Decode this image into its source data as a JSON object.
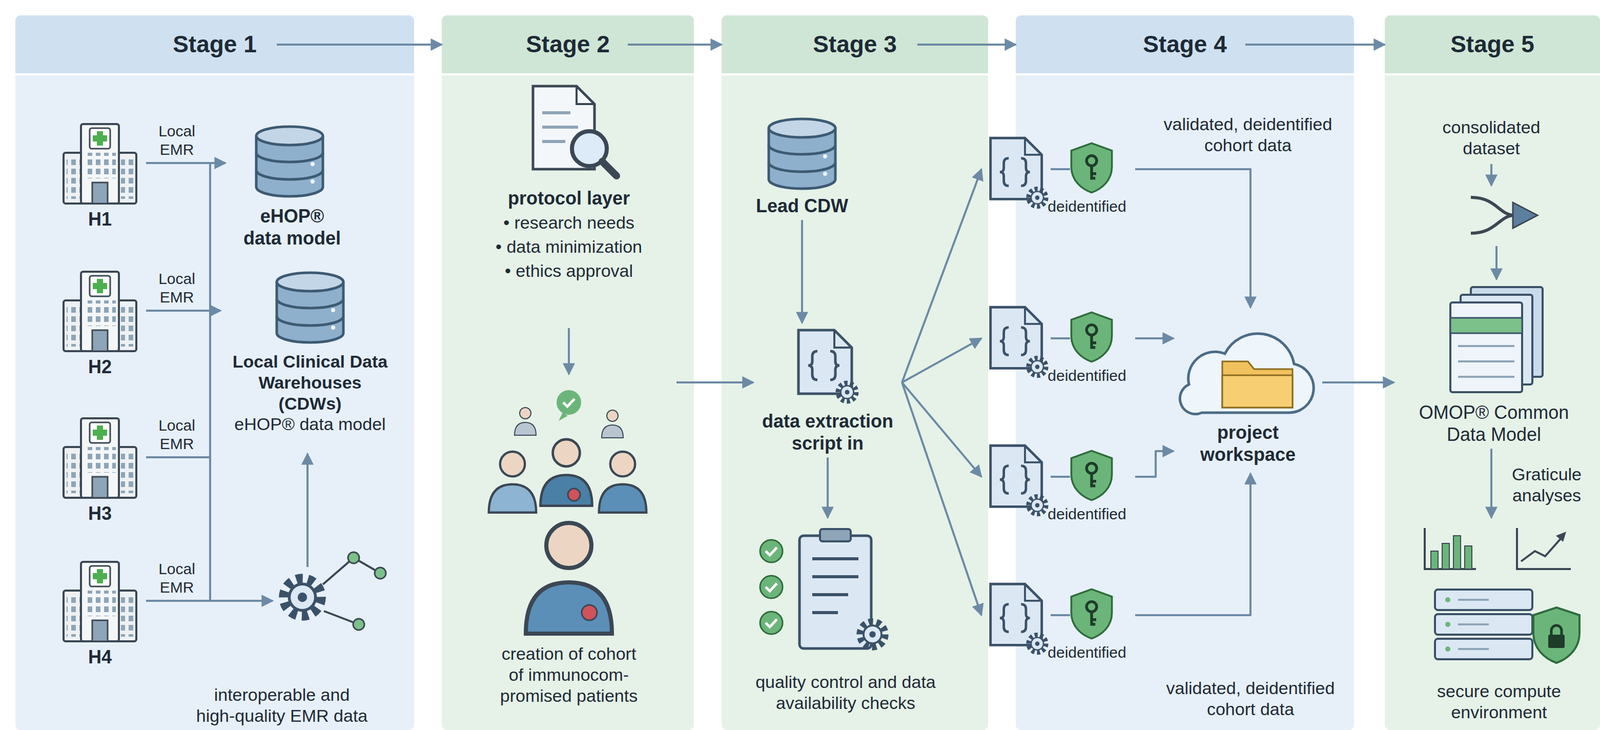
{
  "diagram": {
    "nodes": [
      {
        "text": [
          "Stage 1",
          "interoperable and high-quality EMR data"
        ]
      },
      {
        "text": [
          "H1"
        ],
        "in": 0
      },
      {
        "text": [
          "H2"
        ],
        "in": 0
      },
      {
        "text": [
          "H3"
        ],
        "in": 0
      },
      {
        "text": [
          "H4"
        ],
        "in": 0
      },
      {
        "text": [
          "eHOP® data model"
        ],
        "in": 0
      },
      {
        "text": [
          "Local Clinical Data Warehouses (CDWs)",
          "eHOP® data model"
        ],
        "in": 0
      },
      {
        "text": [
          "Stage 2"
        ]
      },
      {
        "text": [
          "protocol layer",
          "• research needs",
          "• data minimization",
          "• ethics approval"
        ],
        "in": 7
      },
      {
        "text": [
          "creation of cohort of immunocom- promised patients"
        ],
        "in": 7
      },
      {
        "text": [
          "Stage 3"
        ]
      },
      {
        "text": [
          "Lead CDW"
        ],
        "in": 10
      },
      {
        "text": [
          "data extraction script in"
        ],
        "in": 10
      },
      {
        "text": [
          "quality control and data availability checks"
        ],
        "in": 10
      },
      {
        "text": [
          "Stage 4",
          "validated, deidentified cohort data"
        ]
      },
      {
        "text": [
          "deidentified"
        ],
        "in": 14
      },
      {
        "text": [
          "deidentified"
        ],
        "in": 14
      },
      {
        "text": [
          "deidentified"
        ],
        "in": 14
      },
      {
        "text": [
          "deidentified"
        ],
        "in": 14
      },
      {
        "text": [
          "project workspace"
        ],
        "in": 14
      },
      {
        "text": [
          "Stage 5"
        ]
      },
      {
        "text": [
          "consolidated dataset"
        ],
        "in": 20
      },
      {
        "text": [
          "OMOP® Common Data Model"
        ],
        "in": 20
      },
      {
        "text": [
          "secure compute environment"
        ],
        "in": 20
      }
    ],
    "edges": [
      {
        "from": 0,
        "to": 7,
        "arrow": "to"
      },
      {
        "from": 7,
        "to": 10,
        "arrow": "to"
      },
      {
        "from": 10,
        "to": 14,
        "arrow": "to"
      },
      {
        "from": 14,
        "to": 20,
        "arrow": "to"
      },
      {
        "from": 1,
        "to": 5,
        "label": "Local EMR",
        "arrow": "to"
      },
      {
        "from": 2,
        "to": 6,
        "label": "Local EMR",
        "arrow": "to"
      },
      {
        "from": 3,
        "to": 6,
        "label": "Local EMR",
        "arrow": "to"
      },
      {
        "from": 4,
        "to": 6,
        "label": "Local EMR",
        "arrow": "to"
      },
      {
        "from": 8,
        "to": 9,
        "arrow": "to"
      },
      {
        "from": 9,
        "to": 12,
        "arrow": "to"
      },
      {
        "from": 11,
        "to": 12,
        "arrow": "to"
      },
      {
        "from": 12,
        "to": 13,
        "arrow": "to"
      },
      {
        "from": 12,
        "to": 15,
        "arrow": "to"
      },
      {
        "from": 12,
        "to": 16,
        "arrow": "to"
      },
      {
        "from": 12,
        "to": 17,
        "arrow": "to"
      },
      {
        "from": 12,
        "to": 18,
        "arrow": "to"
      },
      {
        "from": 15,
        "to": 19,
        "arrow": "to"
      },
      {
        "from": 16,
        "to": 19,
        "arrow": "to"
      },
      {
        "from": 17,
        "to": 19,
        "arrow": "to"
      },
      {
        "from": 18,
        "to": 19,
        "arrow": "to"
      },
      {
        "from": 19,
        "to": 22,
        "arrow": "to"
      },
      {
        "from": 21,
        "to": 22,
        "arrow": "to"
      },
      {
        "from": 22,
        "to": 23,
        "label": "Graticule analyses",
        "arrow": "to"
      }
    ],
    "labels": [
      "validated, deidentified cohort data"
    ]
  }
}
